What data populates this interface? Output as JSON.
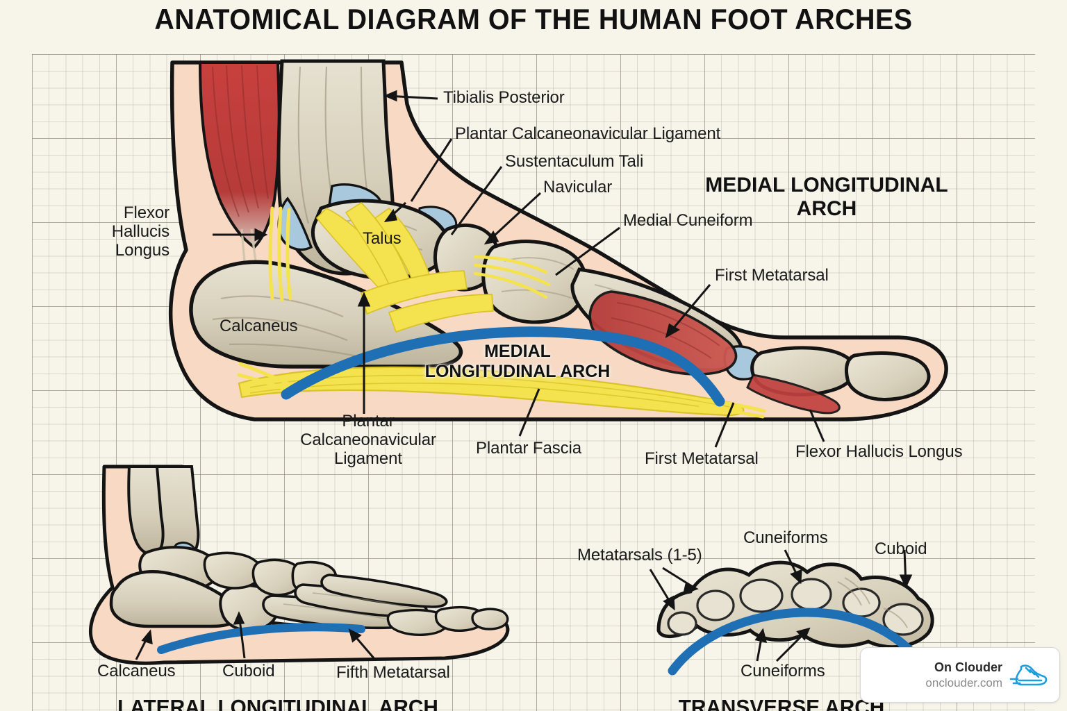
{
  "title": "ANATOMICAL DIAGRAM OF THE HUMAN FOOT ARCHES",
  "colors": {
    "background": "#f7f4ea",
    "grid_line": "#96948244",
    "skin": "#f7d9c4",
    "bone": "#d5cdb8",
    "bone_light": "#e8e2d2",
    "muscle_red": "#c0413f",
    "ligament_yellow": "#f4e24f",
    "cartilage_blue": "#a8c8dd",
    "arch_blue": "#1f6fb5",
    "outline": "#141414",
    "text": "#1a1a1a"
  },
  "main_diagram": {
    "heading": [
      "MEDIAL LONGITUDINAL",
      "ARCH"
    ],
    "arch_tag": [
      "MEDIAL",
      "LONGITUDINAL ARCH"
    ],
    "labels": [
      {
        "id": "tibialis-posterior",
        "text": "Tibialis Posterior"
      },
      {
        "id": "plantar-calcaneonavicular-top",
        "text": "Plantar Calcaneonavicular Ligament"
      },
      {
        "id": "sustentaculum-tali",
        "text": "Sustentaculum Tali"
      },
      {
        "id": "navicular",
        "text": "Navicular"
      },
      {
        "id": "medial-cuneiform",
        "text": "Medial Cuneiform"
      },
      {
        "id": "first-metatarsal-right",
        "text": "First Metatarsal"
      },
      {
        "id": "flexor-hallucis-longus-left",
        "text": "Flexor\nHallucis\nLongus"
      },
      {
        "id": "talus",
        "text": "Talus"
      },
      {
        "id": "calcaneus",
        "text": "Calcaneus"
      },
      {
        "id": "plantar-calcaneonavicular-bot",
        "text": "Plantar\nCalcaneonavicular\nLigament"
      },
      {
        "id": "plantar-fascia",
        "text": "Plantar Fascia"
      },
      {
        "id": "first-metatarsal-bottom",
        "text": "First Metatarsal"
      },
      {
        "id": "flexor-hallucis-longus-right",
        "text": "Flexor Hallucis Longus"
      }
    ]
  },
  "lateral_diagram": {
    "heading": "LATERAL LONGITUDINAL ARCH",
    "labels": [
      {
        "id": "calcaneus",
        "text": "Calcaneus"
      },
      {
        "id": "cuboid",
        "text": "Cuboid"
      },
      {
        "id": "fifth-metatarsal",
        "text": "Fifth Metatarsal"
      }
    ]
  },
  "transverse_diagram": {
    "heading": "TRANSVERSE ARCH",
    "labels": [
      {
        "id": "metatarsals",
        "text": "Metatarsals (1-5)"
      },
      {
        "id": "cuneiforms-top",
        "text": "Cuneiforms"
      },
      {
        "id": "cuboid",
        "text": "Cuboid"
      },
      {
        "id": "cuneiforms-bottom",
        "text": "Cuneiforms"
      }
    ]
  },
  "watermark": {
    "name": "On Clouder",
    "url": "onclouder.com",
    "icon": "running-shoe-icon",
    "icon_color": "#1a9ee0"
  }
}
